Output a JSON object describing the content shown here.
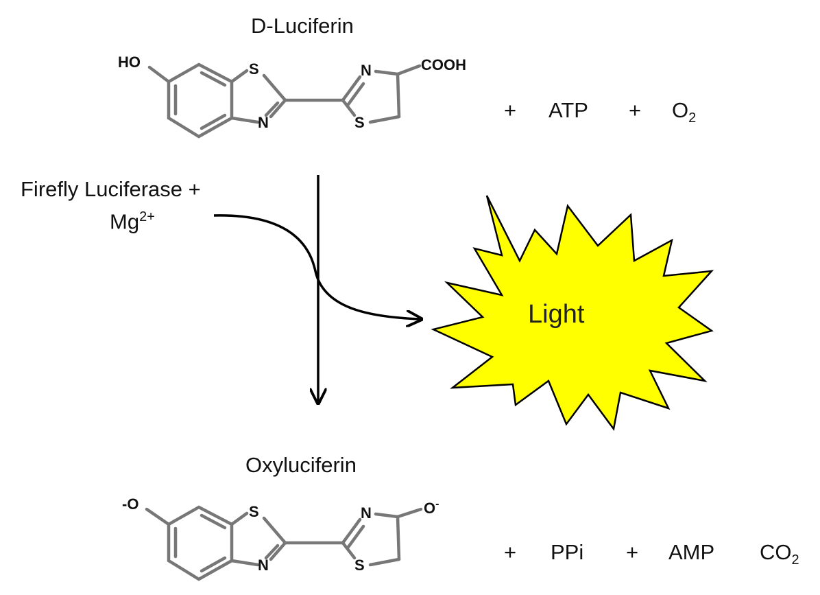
{
  "reactant": {
    "name": "D-Luciferin",
    "atoms": {
      "ho": "HO",
      "s_ring": "S",
      "n_ring": "N",
      "n_thz": "N",
      "s_thz": "S",
      "cooh": "COOH"
    }
  },
  "reactant_terms": {
    "plus1": "+",
    "atp": "ATP",
    "plus2": "+",
    "o2_base": "O",
    "o2_sub": "2"
  },
  "enzyme": {
    "line1": "Firefly Luciferase +",
    "line2_base": "Mg",
    "line2_sup": "2+"
  },
  "light": {
    "label": "Light",
    "fill": "#ffff00"
  },
  "product": {
    "name": "Oxyluciferin",
    "atoms": {
      "o_left": "-O",
      "s_ring": "S",
      "n_ring": "N",
      "n_thz": "N",
      "s_thz": "S",
      "o_right_base": "O",
      "o_right_sup": "-"
    }
  },
  "product_terms": {
    "plus1": "+",
    "ppi": "PPi",
    "plus2": "+",
    "amp": "AMP",
    "co2_base": "CO",
    "co2_sub": "2"
  }
}
